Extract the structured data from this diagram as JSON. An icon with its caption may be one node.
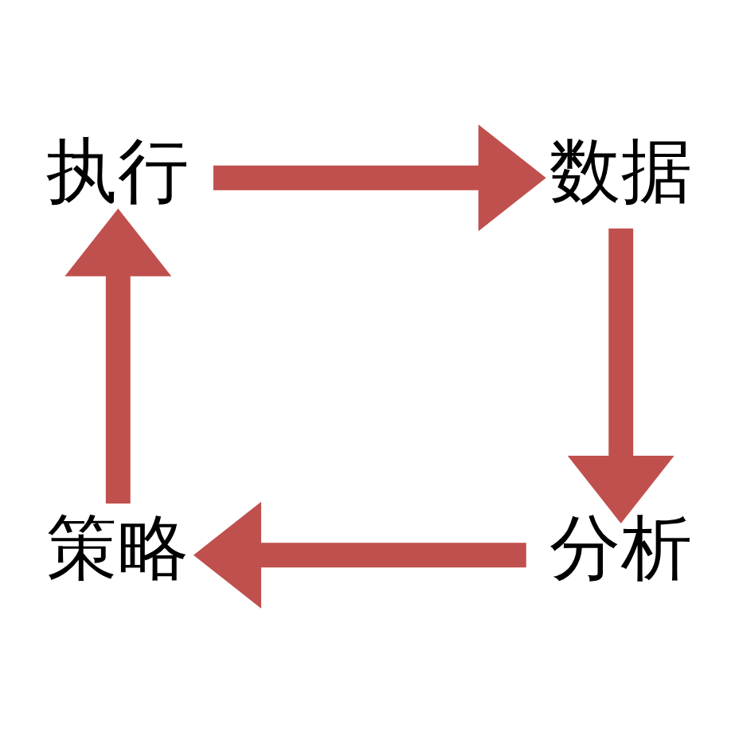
{
  "diagram": {
    "nodes": [
      {
        "text": [
          "执行"
        ]
      },
      {
        "text": [
          "数据"
        ]
      },
      {
        "text": [
          "分析"
        ]
      },
      {
        "text": [
          "策略"
        ]
      }
    ],
    "edges": [
      {
        "from": 0,
        "to": 1,
        "arrow": "to",
        "color": "#c0504d"
      },
      {
        "from": 1,
        "to": 2,
        "arrow": "to",
        "color": "#c0504d"
      },
      {
        "from": 2,
        "to": 3,
        "arrow": "to",
        "color": "#c0504d"
      },
      {
        "from": 3,
        "to": 0,
        "arrow": "to",
        "color": "#c0504d"
      }
    ]
  }
}
